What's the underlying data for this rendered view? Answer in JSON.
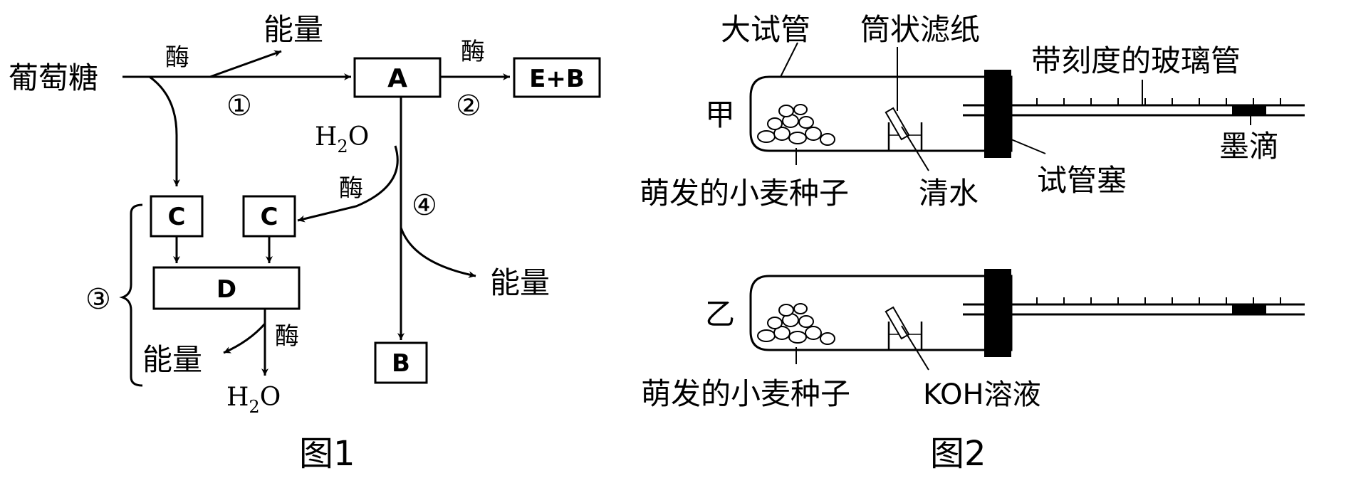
{
  "figure1": {
    "glucose": "葡萄糖",
    "enzyme": "酶",
    "energy": "能量",
    "step1": "①",
    "step2": "②",
    "step3": "③",
    "step4": "④",
    "box_A": "A",
    "box_EB": "E+B",
    "box_C": "C",
    "box_D": "D",
    "box_B": "B",
    "h2o_H": "H",
    "h2o_sub": "2",
    "h2o_O": "O",
    "caption": "图1"
  },
  "figure2": {
    "big_tube": "大试管",
    "filter_paper": "筒状滤纸",
    "glass_tube": "带刻度的玻璃管",
    "jia": "甲",
    "yi": "乙",
    "ink_drop": "墨滴",
    "stopper": "试管塞",
    "seeds": "萌发的小麦种子",
    "water": "清水",
    "koh": "KOH溶液",
    "caption": "图2"
  }
}
